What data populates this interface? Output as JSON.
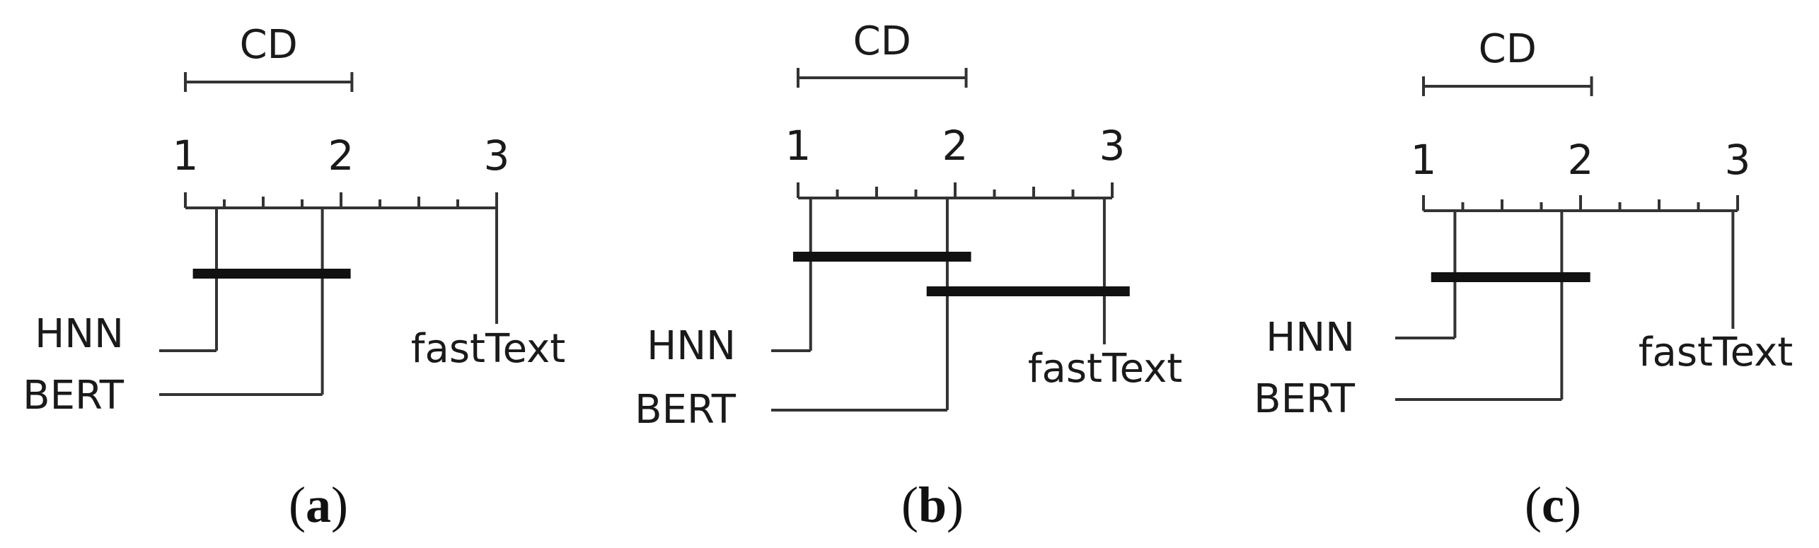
{
  "chart_data": [
    {
      "type": "critical-difference",
      "panel": "a",
      "caption_letter": "a",
      "cd_label": "CD",
      "cd_value": 1.07,
      "axis": {
        "min": 1,
        "max": 3,
        "ticks": [
          "1",
          "2",
          "3"
        ],
        "minor_step": 0.5
      },
      "methods": [
        {
          "name": "HNN",
          "rank": 1.2
        },
        {
          "name": "BERT",
          "rank": 1.88
        },
        {
          "name": "fastText",
          "rank": 3.0
        }
      ],
      "cliques": [
        [
          1.08,
          2.03
        ]
      ]
    },
    {
      "type": "critical-difference",
      "panel": "b",
      "caption_letter": "b",
      "cd_label": "CD",
      "cd_value": 1.07,
      "axis": {
        "min": 1,
        "max": 3,
        "ticks": [
          "1",
          "2",
          "3"
        ],
        "minor_step": 0.5
      },
      "methods": [
        {
          "name": "HNN",
          "rank": 1.08
        },
        {
          "name": "BERT",
          "rank": 1.95
        },
        {
          "name": "fastText",
          "rank": 2.95
        }
      ],
      "cliques": [
        [
          1.0,
          2.07
        ],
        [
          1.85,
          3.08
        ]
      ]
    },
    {
      "type": "critical-difference",
      "panel": "c",
      "caption_letter": "c",
      "cd_label": "CD",
      "cd_value": 1.07,
      "axis": {
        "min": 1,
        "max": 3,
        "ticks": [
          "1",
          "2",
          "3"
        ],
        "minor_step": 0.5
      },
      "methods": [
        {
          "name": "HNN",
          "rank": 1.2
        },
        {
          "name": "BERT",
          "rank": 1.88
        },
        {
          "name": "fastText",
          "rank": 2.97
        }
      ],
      "cliques": [
        [
          1.08,
          2.03
        ]
      ]
    }
  ]
}
